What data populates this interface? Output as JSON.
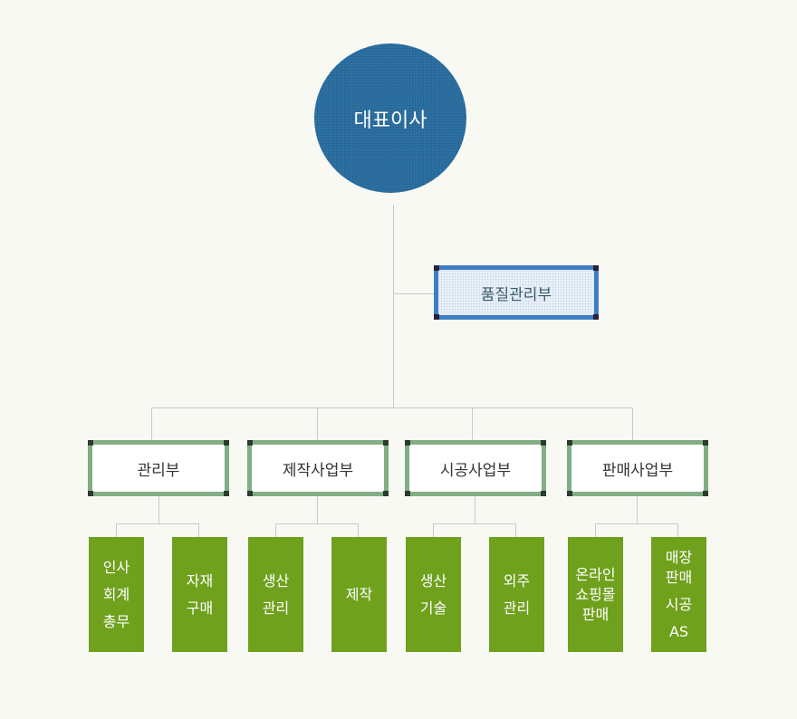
{
  "ceo": {
    "label": "대표이사",
    "color": "#2d72a5"
  },
  "quality": {
    "label": "품질관리부",
    "color": "#3f7ec2"
  },
  "departments": [
    {
      "label": "관리부",
      "teams": [
        [
          "인사",
          "회계",
          "총무"
        ],
        [
          "자재",
          "구매"
        ]
      ]
    },
    {
      "label": "제작사업부",
      "teams": [
        [
          "생산",
          "관리"
        ],
        [
          "제작"
        ]
      ]
    },
    {
      "label": "시공사업부",
      "teams": [
        [
          "생산",
          "기술"
        ],
        [
          "외주",
          "관리"
        ]
      ]
    },
    {
      "label": "판매사업부",
      "teams": [
        [
          "온라인",
          "쇼핑몰",
          "판매"
        ],
        [
          "매장",
          "판매",
          "시공",
          "AS"
        ]
      ]
    }
  ],
  "colors": {
    "department_border": "#82ad85",
    "team_fill": "#6fa11d",
    "line": "#c8c8c8"
  }
}
